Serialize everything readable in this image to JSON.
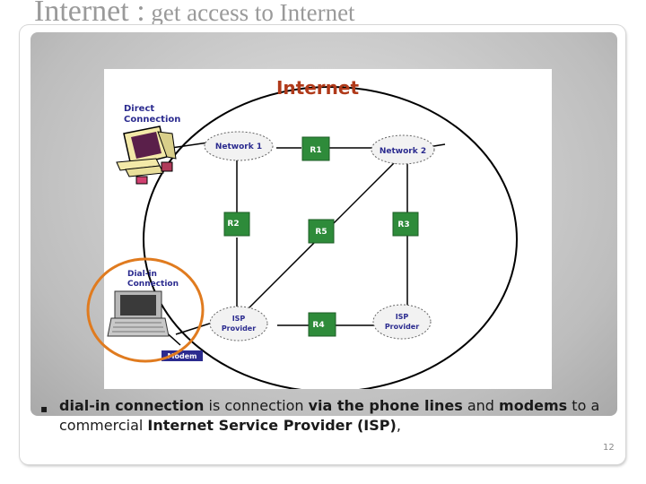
{
  "slide": {
    "title_main": "Internet :",
    "title_sub": " get access to Internet",
    "page_number": "12"
  },
  "diagram": {
    "heading": "Internet",
    "direct_label_1": "Direct",
    "direct_label_2": "Connection",
    "dialin_label_1": "Dial-in",
    "dialin_label_2": "Connection",
    "modem_label": "Modem",
    "clouds": {
      "network1": "Network 1",
      "network2": "Network 2",
      "isp_left_1": "ISP",
      "isp_left_2": "Provider",
      "isp_right_1": "ISP",
      "isp_right_2": "Provider"
    },
    "routers": {
      "r1": "R1",
      "r2": "R2",
      "r3": "R3",
      "r4": "R4",
      "r5": "R5"
    },
    "colors": {
      "router": "#2e8b3a",
      "highlight_ring": "#e07b1f",
      "label_blue": "#2b2b8f",
      "heading_red": "#b03a1a"
    }
  },
  "text": {
    "t1": "dial-in connection",
    "t2": " is connection ",
    "t3": "via the phone lines",
    "t4": " and ",
    "t5": "modems",
    "t6": " to a commercial ",
    "t7": "Internet Service Provider (ISP)",
    "t8": ","
  }
}
